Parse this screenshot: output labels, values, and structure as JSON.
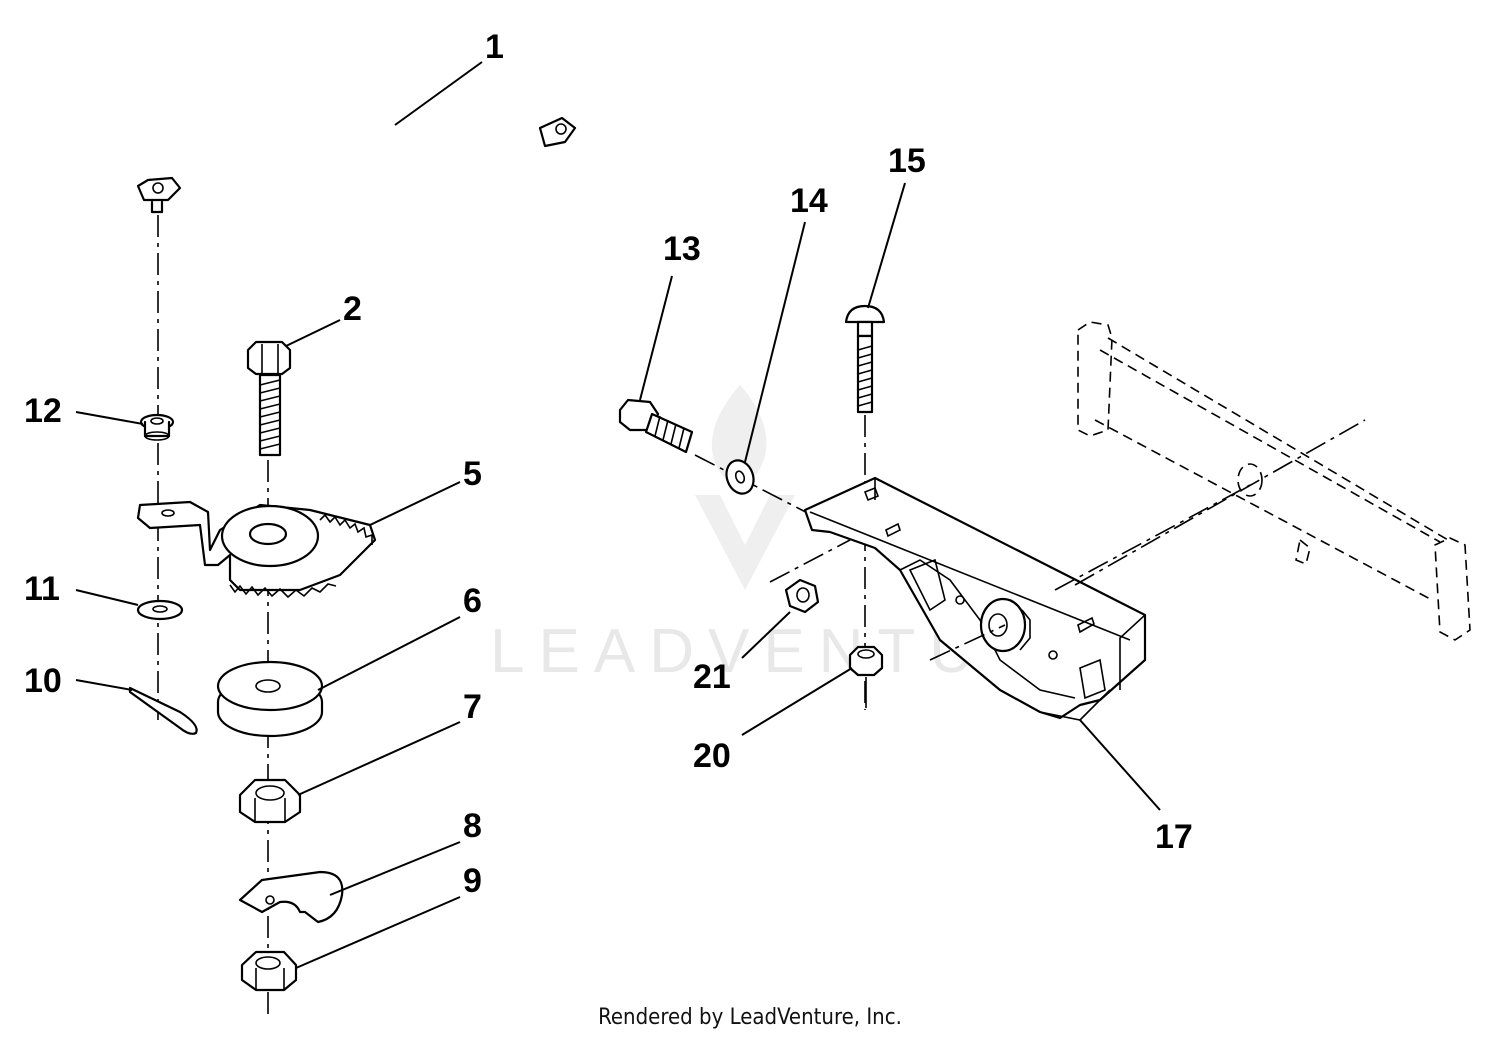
{
  "watermark": {
    "text": "LEADVENTURE",
    "color": "#e6e6e6"
  },
  "credit": "Rendered by LeadVenture, Inc.",
  "callouts": [
    {
      "id": "1",
      "label": "1"
    },
    {
      "id": "2",
      "label": "2"
    },
    {
      "id": "5",
      "label": "5"
    },
    {
      "id": "6",
      "label": "6"
    },
    {
      "id": "7",
      "label": "7"
    },
    {
      "id": "8",
      "label": "8"
    },
    {
      "id": "9",
      "label": "9"
    },
    {
      "id": "10",
      "label": "10"
    },
    {
      "id": "11",
      "label": "11"
    },
    {
      "id": "12",
      "label": "12"
    },
    {
      "id": "13",
      "label": "13"
    },
    {
      "id": "14",
      "label": "14"
    },
    {
      "id": "15",
      "label": "15"
    },
    {
      "id": "17",
      "label": "17"
    },
    {
      "id": "20",
      "label": "20"
    },
    {
      "id": "21",
      "label": "21"
    }
  ]
}
